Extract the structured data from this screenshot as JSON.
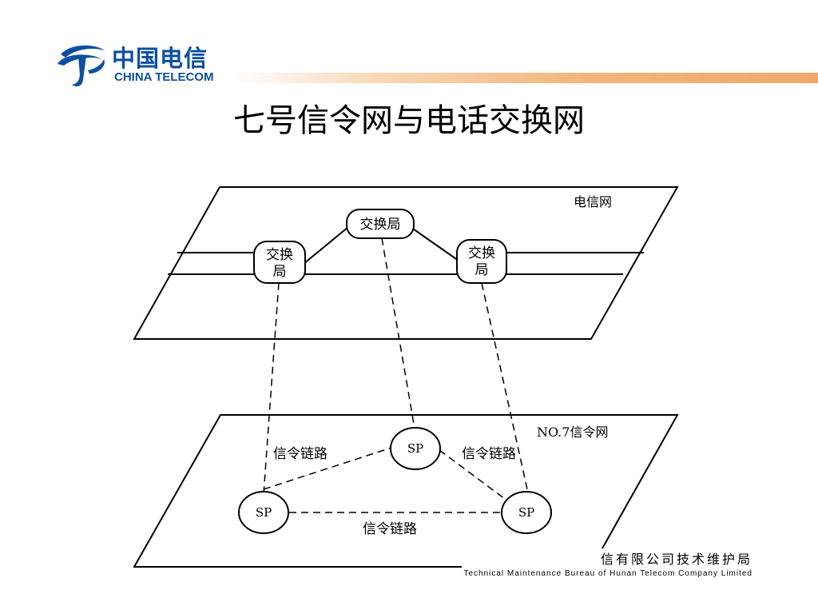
{
  "header": {
    "logo_cn": "中国电信",
    "logo_en": "CHINA TELECOM",
    "logo_icon": "china-telecom-logo-icon",
    "brand_color": "#0d4fa3",
    "accent_color": "#f0a868"
  },
  "title": "七号信令网与电话交换网",
  "diagram": {
    "upper_plane_label": "电信网",
    "lower_plane_label": "NO.7信令网",
    "exchange_top": "交换局",
    "exchange_left": [
      "交换",
      "局"
    ],
    "exchange_right": [
      "交换",
      "局"
    ],
    "sp_top": "SP",
    "sp_left": "SP",
    "sp_right": "SP",
    "link_label_left": "信令链路",
    "link_label_right": "信令链路",
    "link_label_bottom": "信令链路"
  },
  "footer": {
    "cn": "信有限公司技术维护局",
    "en": "Technical Maintenance Bureau of Hunan Telecom Company Limited"
  }
}
